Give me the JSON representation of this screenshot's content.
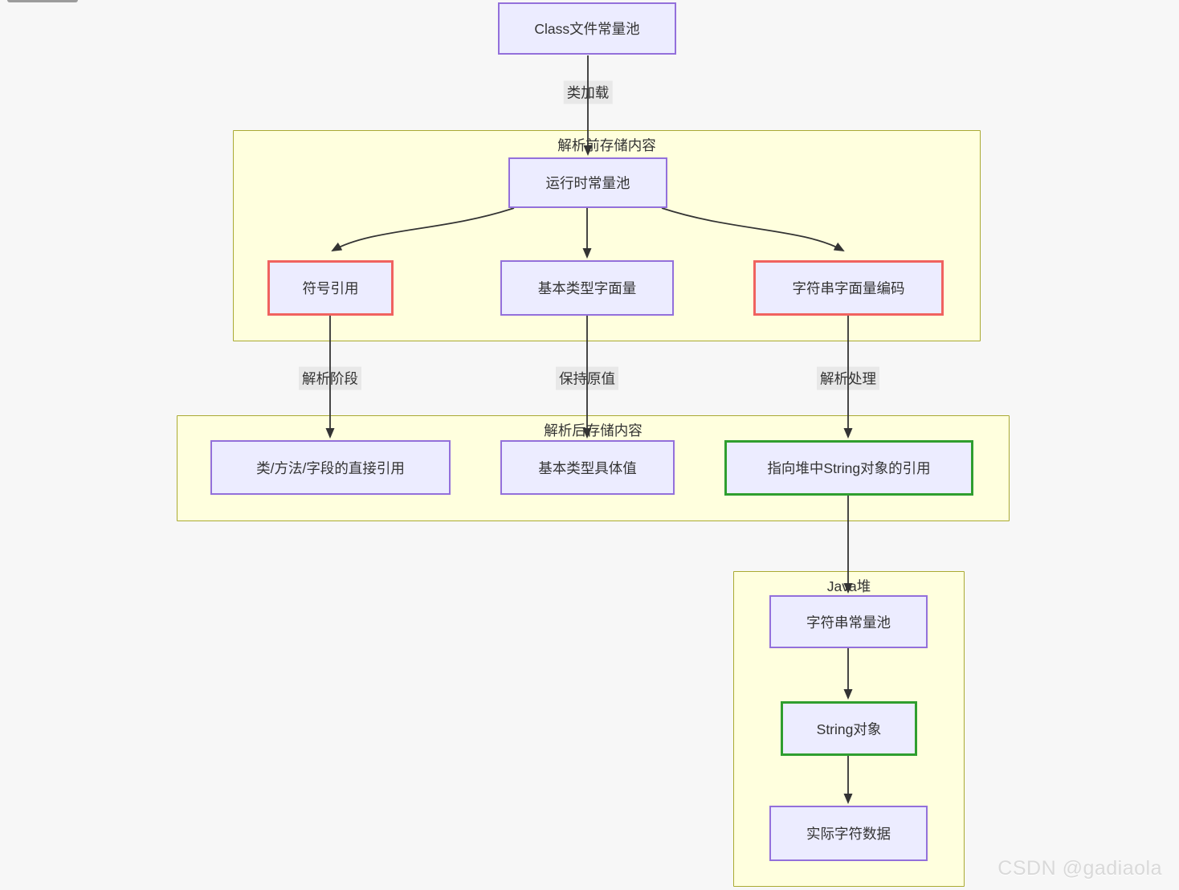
{
  "watermark": "CSDN @gadiaola",
  "colors": {
    "background": "#f7f7f7",
    "node_fill": "#ececff",
    "node_border": "#9370db",
    "highlight_red_border": "#f0625f",
    "highlight_green_border": "#2f9e2f",
    "container_fill": "#ffffde",
    "container_border": "#aaaa33",
    "edge": "#333333",
    "edge_label_bg": "#e8e8e8"
  },
  "containers": {
    "before": "解析前存储内容",
    "after": "解析后存储内容",
    "heap": "Java堆"
  },
  "nodes": {
    "class_pool": "Class文件常量池",
    "runtime_pool": "运行时常量池",
    "symbol_ref": "符号引用",
    "primitive_literal": "基本类型字面量",
    "string_literal_encoding": "字符串字面量编码",
    "direct_ref": "类/方法/字段的直接引用",
    "primitive_value": "基本类型具体值",
    "heap_string_ref": "指向堆中String对象的引用",
    "string_pool": "字符串常量池",
    "string_object": "String对象",
    "char_data": "实际字符数据"
  },
  "edge_labels": {
    "class_load": "类加载",
    "resolve_stage": "解析阶段",
    "keep_value": "保持原值",
    "resolve_process": "解析处理"
  }
}
